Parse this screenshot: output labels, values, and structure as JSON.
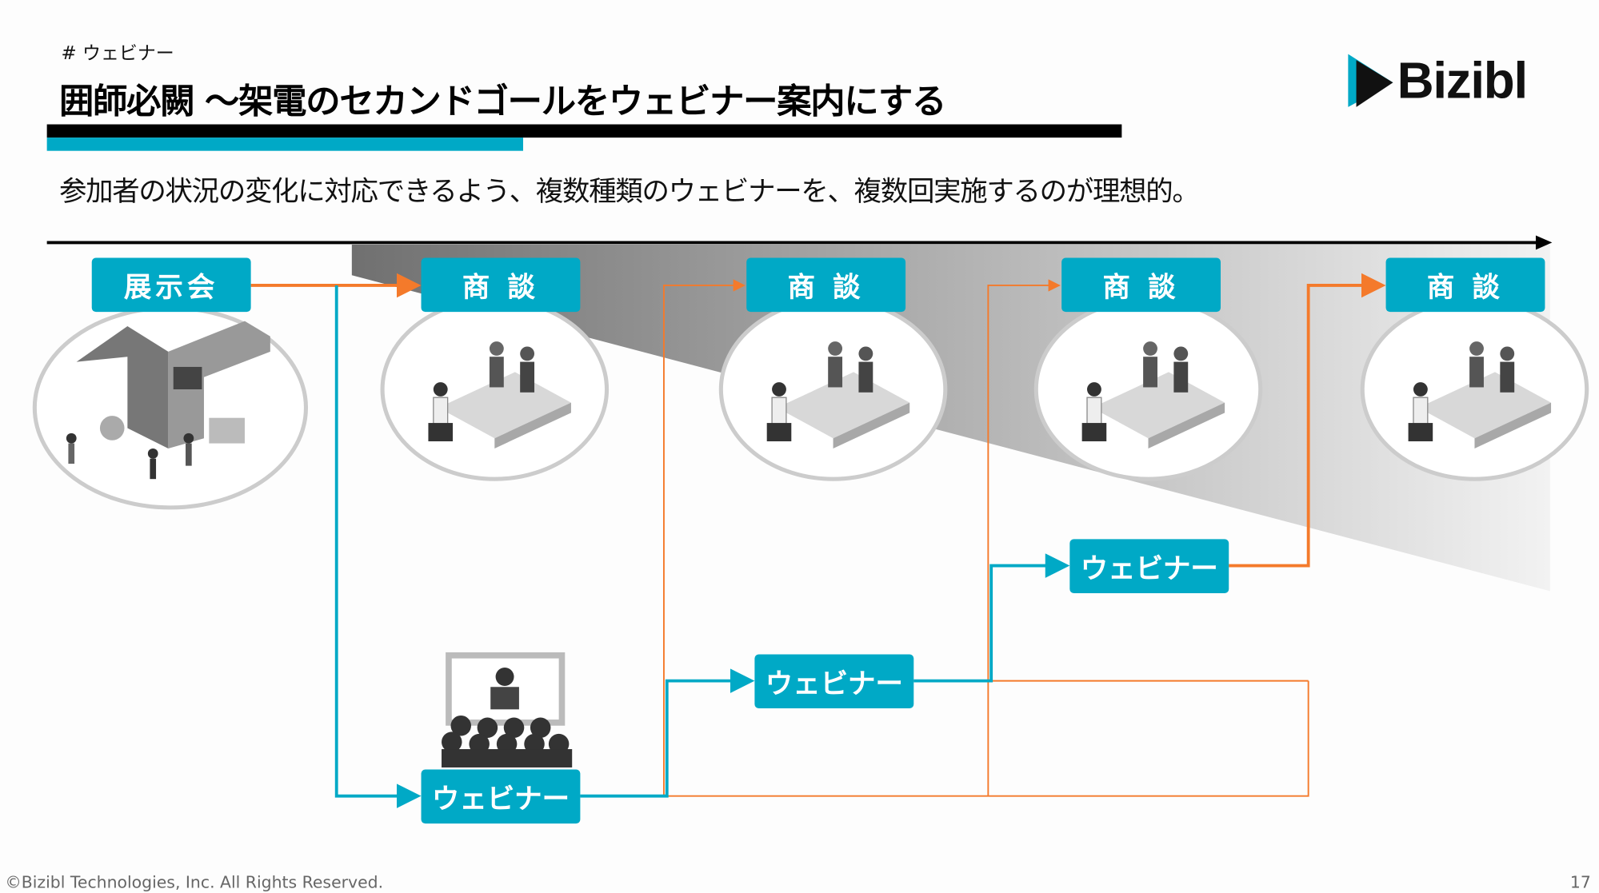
{
  "header": {
    "tag": "# ウェビナー",
    "title": "囲師必闕 ～架電のセカンドゴールをウェビナー案内にする",
    "logo": "Bizibl"
  },
  "subtitle": "参加者の状況の変化に対応できるよう、複数種類のウェビナーを、複数回実施するのが理想的。",
  "flow": {
    "start": "展示会",
    "meetings": [
      "商 談",
      "商 談",
      "商 談",
      "商 談"
    ],
    "webinars": [
      "ウェビナー",
      "ウェビナー",
      "ウェビナー"
    ]
  },
  "colors": {
    "accent": "#00A9C6",
    "orange": "#F47A2B"
  },
  "footer": {
    "copyright": "©Bizibl Technologies, Inc. All Rights Reserved.",
    "page_number": "17"
  }
}
